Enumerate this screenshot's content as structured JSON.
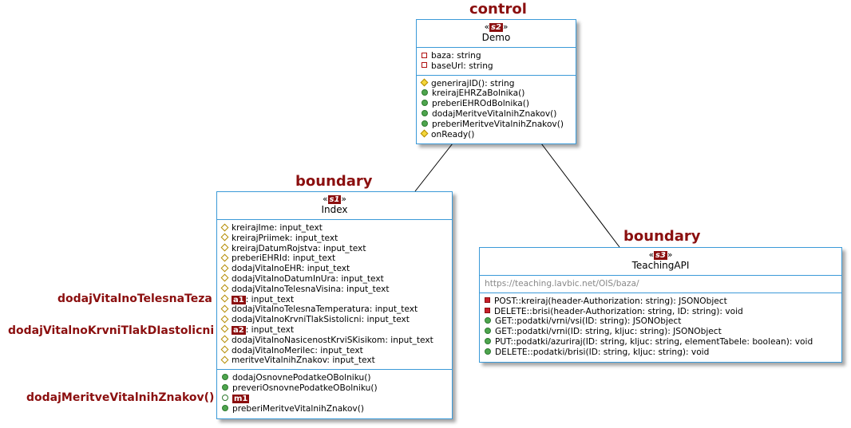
{
  "demo": {
    "stereotype_title": "control",
    "tag": "s2",
    "name": "Demo",
    "attributes": [
      "baza: string",
      "baseUrl: string"
    ],
    "methods": [
      {
        "icon": "protected",
        "text": "generirajID(): string"
      },
      {
        "icon": "public",
        "text": "kreirajEHRZaBolnika()"
      },
      {
        "icon": "public",
        "text": "preberiEHROdBolnika()"
      },
      {
        "icon": "public",
        "text": "dodajMeritveVitalnihZnakov()"
      },
      {
        "icon": "public",
        "text": "preberiMeritveVitalnihZnakov()"
      },
      {
        "icon": "protected",
        "text": "onReady()"
      }
    ]
  },
  "index": {
    "stereotype_title": "boundary",
    "tag": "s1",
    "name": "Index",
    "attributes": [
      "kreirajIme: input_text",
      "kreirajPriimek: input_text",
      "kreirajDatumRojstva: input_text",
      "preberiEHRId: input_text",
      "dodajVitalnoEHR: input_text",
      "dodajVitalnoDatumInUra: input_text",
      "dodajVitalnoTelesnaVisina: input_text",
      "a1|: input_text",
      "dodajVitalnoTelesnaTemperatura: input_text",
      "dodajVitalnoKrvniTlakSistolicni: input_text",
      "a2|: input_text",
      "dodajVitalnoNasicenostKrviSKisikom: input_text",
      "dodajVitalnoMerilec: input_text",
      "meritveVitalnihZnakov: input_text"
    ],
    "methods": [
      {
        "icon": "public",
        "text": "dodajOsnovnePodatkeOBolniku()"
      },
      {
        "icon": "public",
        "text": "preveriOsnovnePodatkeOBolniku()"
      },
      {
        "icon": "public-open",
        "text": "m1|"
      },
      {
        "icon": "public",
        "text": "preberiMeritveVitalnihZnakov()"
      }
    ]
  },
  "teaching": {
    "stereotype_title": "boundary",
    "tag": "s3",
    "name": "TeachingAPI",
    "url": "https://teaching.lavbic.net/OIS/baza/",
    "methods": [
      {
        "icon": "private",
        "text": "POST::kreiraj(header-Authorization: string): JSONObject"
      },
      {
        "icon": "private",
        "text": "DELETE::brisi(header-Authorization: string, ID: string): void"
      },
      {
        "icon": "public",
        "text": "GET::podatki/vrni/vsi(ID: string): JSONObject"
      },
      {
        "icon": "public",
        "text": "GET::podatki/vrni(ID: string, kljuc: string): JSONObject"
      },
      {
        "icon": "public",
        "text": "PUT::podatki/azuriraj(ID: string, kljuc: string, elementTabele: boolean): void"
      },
      {
        "icon": "public",
        "text": "DELETE::podatki/brisi(ID: string, kljuc: string): void"
      }
    ]
  },
  "side_labels": {
    "a1": "dodajVitalnoTelesnaTeza",
    "a2": "dodajVitalnoKrvniTlakDIastolicni",
    "m1": "dodajMeritveVitalnihZnakov()"
  }
}
